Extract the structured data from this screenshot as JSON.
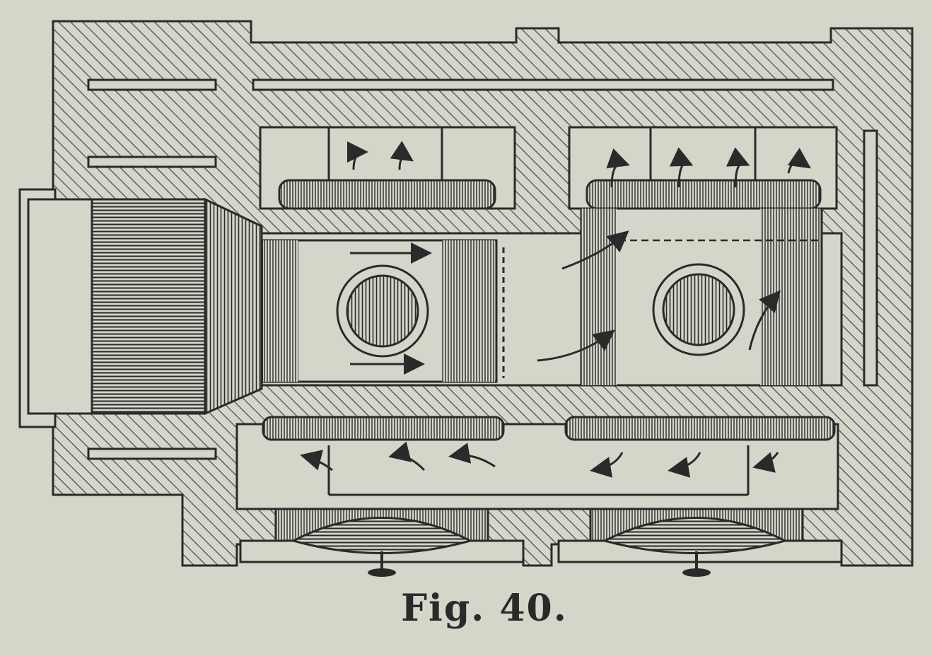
{
  "caption": "Fig. 40.",
  "colors": {
    "paper": "#d6d5c9",
    "ink": "#2a2a2a",
    "hatch": "#3a3a3a"
  },
  "icons": {
    "flow_arrow": "curved-arrow",
    "window": "circular-viewport"
  }
}
